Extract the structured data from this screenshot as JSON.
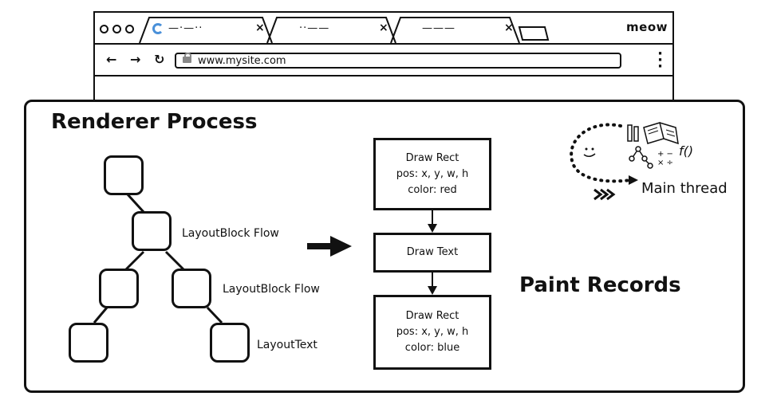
{
  "browser": {
    "brand": "meow",
    "tabs": [
      {
        "dashes": "—·—··"
      },
      {
        "dashes": "··——"
      },
      {
        "dashes": "———"
      }
    ],
    "url": "www.mysite.com"
  },
  "diagram": {
    "title": "Renderer Process",
    "layout_labels": {
      "flow1": "LayoutBlock Flow",
      "flow2": "LayoutBlock Flow",
      "text": "LayoutText"
    },
    "records": [
      {
        "line1": "Draw Rect",
        "line2": "pos: x, y, w, h",
        "line3": "color: red"
      },
      {
        "line1": "Draw Text"
      },
      {
        "line1": "Draw Rect",
        "line2": "pos: x, y, w, h",
        "line3": "color: blue"
      }
    ],
    "paint_label": "Paint Records",
    "main_thread_label": "Main thread",
    "fx_symbol": "f()"
  }
}
